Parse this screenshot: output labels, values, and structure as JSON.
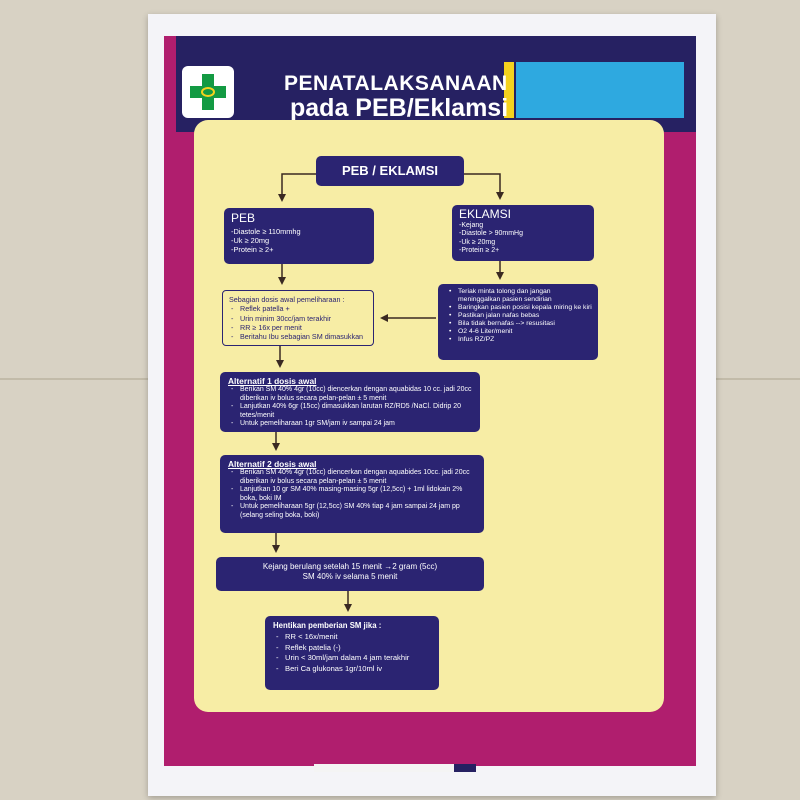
{
  "header": {
    "title_line1": "PENATALAKSANAAN",
    "title_line2": "pada PEB/Eklamsi"
  },
  "flow": {
    "top": "PEB / EKLAMSI",
    "peb": {
      "title": "PEB",
      "items": [
        "-Diastole ≥ 110mmhg",
        "-Uk ≥ 20mg",
        "-Protein ≥ 2+"
      ]
    },
    "eklamsi": {
      "title": "EKLAMSI",
      "items": [
        "-Kejang",
        "-Diastole > 90mmHg",
        "-Uk ≥ 20mg",
        "-Protein ≥ 2+"
      ]
    },
    "maintenance": {
      "title": "Sebagian dosis awal pemeliharaan :",
      "items": [
        "Reflek patella +",
        "Urin minim 30cc/jam terakhir",
        "RR ≥ 16x per menit",
        "Beritahu Ibu sebagian SM dimasukkan"
      ]
    },
    "emergency": {
      "items": [
        "Teriak minta tolong dan jangan meninggalkan pasien sendirian",
        "Baringkan pasien posisi kepala miring ke kiri",
        "Pastikan jalan nafas bebas",
        "Bila tidak bernafas --> resusitasi",
        "O2 4-6 Liter/menit",
        "Infus RZ/PZ"
      ]
    },
    "alt1": {
      "title": "Alternatif 1 dosis awal",
      "items": [
        "Berikan SM 40% 4gr (10cc) diencerkan dengan aquabidas 10 cc. jadi 20cc diberikan iv bolus secara pelan-pelan ± 5 menit",
        "Lanjutkan 40% 6gr (15cc) dimasukkan larutan RZ/RD5 /NaCl. Didrip 20 tetes/menit",
        "Untuk pemeliharaan 1gr SM/jam iv sampai 24 jam"
      ]
    },
    "alt2": {
      "title": "Alternatif 2 dosis awal",
      "items": [
        "Berikan SM 40% 4gr (10cc) diencerkan dengan aquabides 10cc. jadi 20cc diberikan iv bolus secara pelan-pelan ± 5 menit",
        "Lanjutkan 10 gr SM 40% masing-masing 5gr (12,5cc) + 1ml lidokain 2% boka, boki IM",
        "Untuk pemeliharaan 5gr (12,5cc) SM 40% tiap 4 jam sampai 24 jam pp (selang seling boka, boki)"
      ]
    },
    "repeat": {
      "line1": "Kejang berulang setelah 15 menit  →2 gram (5cc)",
      "line2": "SM 40% iv selama 5 menit"
    },
    "stop": {
      "title": "Hentikan pemberian SM jika :",
      "items": [
        "RR < 16x/menit",
        "Reflek patelia (-)",
        "Urin < 30ml/jam dalam 4 jam terakhir",
        "Beri Ca glukonas 1gr/10ml iv"
      ]
    }
  },
  "colors": {
    "magenta": "#b01e6e",
    "navy": "#262162",
    "cyan": "#2ea9e0",
    "yellow_panel": "#f7eda5",
    "box": "#2b2472"
  },
  "icons": {
    "logo": "green-cross-logo"
  }
}
